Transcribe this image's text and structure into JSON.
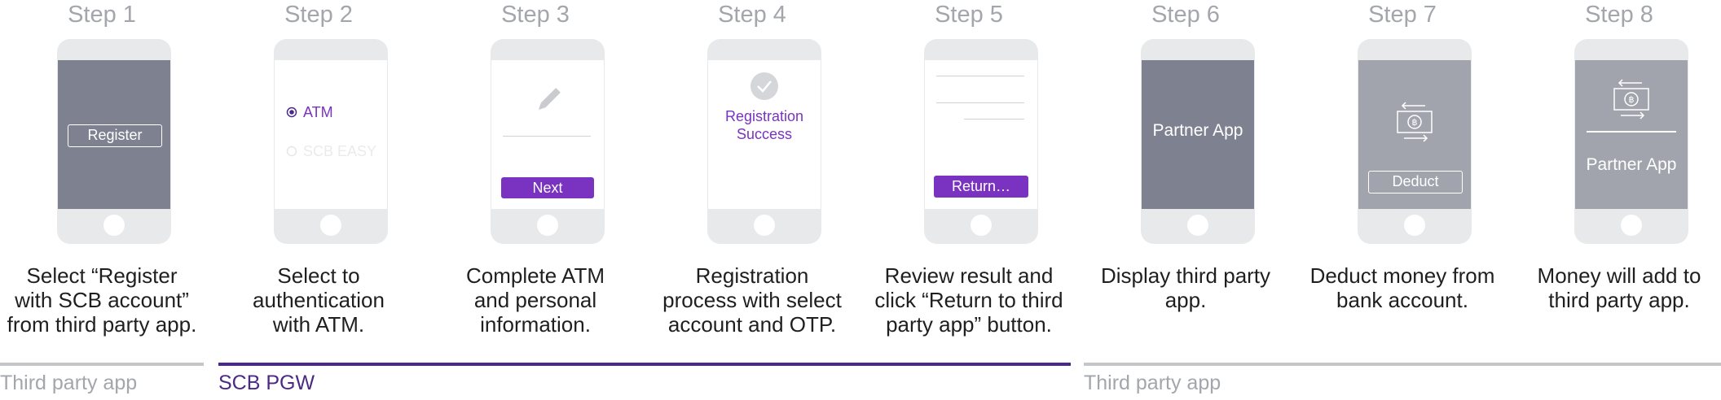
{
  "steps": [
    {
      "title": "Step 1",
      "screen_button": "Register",
      "description": [
        "Select “Register",
        "with SCB account”",
        "from third party app."
      ]
    },
    {
      "title": "Step 2",
      "options": [
        "ATM",
        "SCB EASY"
      ],
      "description": [
        "Select to",
        "authentication",
        "with ATM."
      ]
    },
    {
      "title": "Step 3",
      "screen_button": "Next",
      "description": [
        "Complete ATM",
        "and personal",
        "information."
      ]
    },
    {
      "title": "Step 4",
      "screen_text": [
        "Registration",
        "Success"
      ],
      "description": [
        "Registration",
        "process with select",
        "account and OTP."
      ]
    },
    {
      "title": "Step 5",
      "screen_button": "Return…",
      "description": [
        "Review result and",
        "click “Return to third",
        "party app” button."
      ]
    },
    {
      "title": "Step 6",
      "screen_text": "Partner App",
      "description": [
        "Display third party",
        "app."
      ]
    },
    {
      "title": "Step 7",
      "screen_button": "Deduct",
      "description": [
        "Deduct money from",
        "bank account."
      ]
    },
    {
      "title": "Step 8",
      "screen_text": "Partner App",
      "description": [
        "Money will add to",
        "third party app."
      ]
    }
  ],
  "sections": [
    {
      "label": "Third party app",
      "color": "#c5c6ca",
      "label_color": "#a3a6ab"
    },
    {
      "label": "SCB PGW",
      "color": "#4b2a85",
      "label_color": "#4b2a85"
    },
    {
      "label": "Third party app",
      "color": "#c5c6ca",
      "label_color": "#a3a6ab"
    }
  ],
  "colors": {
    "accent": "#7a33c0",
    "dark_screen": "#7e8290",
    "mid_screen": "#a1a4ad",
    "phone_body": "#e7e9ea"
  },
  "icons": {
    "step2": "radio-icon",
    "step3": "pencil-icon",
    "step4": "check-circle-icon",
    "step7": "banknote-exchange-icon",
    "step8": "banknote-exchange-icon"
  }
}
